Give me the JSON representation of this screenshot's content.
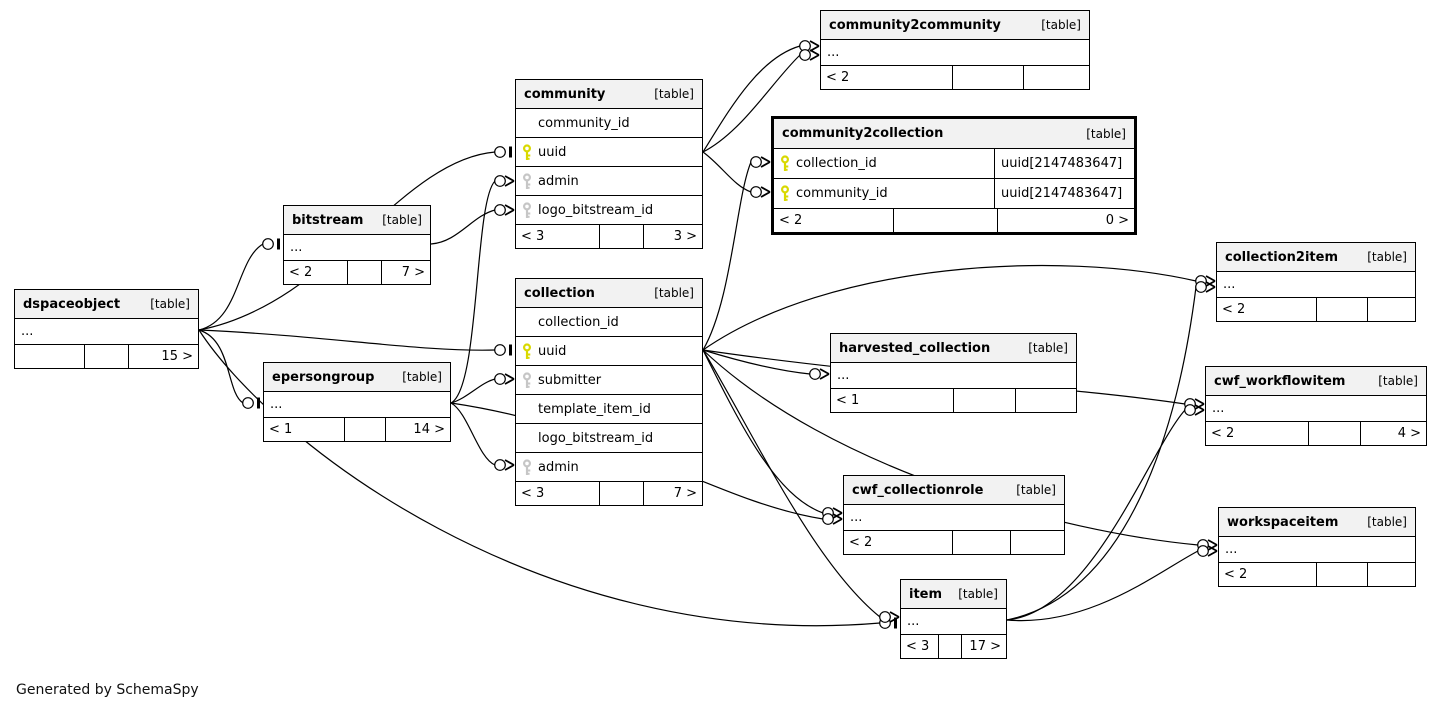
{
  "diagram": {
    "generator_note": "Generated by SchemaSpy",
    "accent_colors": {
      "pk_key": "#d9d900",
      "implied_key": "#c6c6c6",
      "header_bg": "#f2f2f2",
      "line": "#000000"
    }
  },
  "tables": [
    {
      "name": "dspaceobject",
      "badge": "[table]",
      "emphasized": false,
      "columns": [
        {
          "name": "...",
          "key": null,
          "type": null
        }
      ],
      "footer": {
        "left": "",
        "mid": "",
        "right": "15 >"
      }
    },
    {
      "name": "bitstream",
      "badge": "[table]",
      "emphasized": false,
      "columns": [
        {
          "name": "...",
          "key": null,
          "type": null
        }
      ],
      "footer": {
        "left": "< 2",
        "mid": "",
        "right": "7 >"
      }
    },
    {
      "name": "epersongroup",
      "badge": "[table]",
      "emphasized": false,
      "columns": [
        {
          "name": "...",
          "key": null,
          "type": null
        }
      ],
      "footer": {
        "left": "< 1",
        "mid": "",
        "right": "14 >"
      }
    },
    {
      "name": "community",
      "badge": "[table]",
      "emphasized": false,
      "columns": [
        {
          "name": "community_id",
          "key": null,
          "type": null
        },
        {
          "name": "uuid",
          "key": "pk",
          "type": null
        },
        {
          "name": "admin",
          "key": "implied",
          "type": null
        },
        {
          "name": "logo_bitstream_id",
          "key": "implied",
          "type": null
        }
      ],
      "footer": {
        "left": "< 3",
        "mid": "",
        "right": "3 >"
      }
    },
    {
      "name": "collection",
      "badge": "[table]",
      "emphasized": false,
      "columns": [
        {
          "name": "collection_id",
          "key": null,
          "type": null
        },
        {
          "name": "uuid",
          "key": "pk",
          "type": null
        },
        {
          "name": "submitter",
          "key": "implied",
          "type": null
        },
        {
          "name": "template_item_id",
          "key": null,
          "type": null
        },
        {
          "name": "logo_bitstream_id",
          "key": null,
          "type": null
        },
        {
          "name": "admin",
          "key": "implied",
          "type": null
        }
      ],
      "footer": {
        "left": "< 3",
        "mid": "",
        "right": "7 >"
      }
    },
    {
      "name": "community2community",
      "badge": "[table]",
      "emphasized": false,
      "columns": [
        {
          "name": "...",
          "key": null,
          "type": null
        }
      ],
      "footer": {
        "left": "< 2",
        "mid": "",
        "right": ""
      }
    },
    {
      "name": "community2collection",
      "badge": "[table]",
      "emphasized": true,
      "columns": [
        {
          "name": "collection_id",
          "key": "pk",
          "type": "uuid[2147483647]"
        },
        {
          "name": "community_id",
          "key": "pk",
          "type": "uuid[2147483647]"
        }
      ],
      "footer": {
        "left": "< 2",
        "mid": "",
        "right": "0 >"
      }
    },
    {
      "name": "harvested_collection",
      "badge": "[table]",
      "emphasized": false,
      "columns": [
        {
          "name": "...",
          "key": null,
          "type": null
        }
      ],
      "footer": {
        "left": "< 1",
        "mid": "",
        "right": ""
      }
    },
    {
      "name": "collection2item",
      "badge": "[table]",
      "emphasized": false,
      "columns": [
        {
          "name": "...",
          "key": null,
          "type": null
        }
      ],
      "footer": {
        "left": "< 2",
        "mid": "",
        "right": ""
      }
    },
    {
      "name": "cwf_workflowitem",
      "badge": "[table]",
      "emphasized": false,
      "columns": [
        {
          "name": "...",
          "key": null,
          "type": null
        }
      ],
      "footer": {
        "left": "< 2",
        "mid": "",
        "right": "4 >"
      }
    },
    {
      "name": "cwf_collectionrole",
      "badge": "[table]",
      "emphasized": false,
      "columns": [
        {
          "name": "...",
          "key": null,
          "type": null
        }
      ],
      "footer": {
        "left": "< 2",
        "mid": "",
        "right": ""
      }
    },
    {
      "name": "workspaceitem",
      "badge": "[table]",
      "emphasized": false,
      "columns": [
        {
          "name": "...",
          "key": null,
          "type": null
        }
      ],
      "footer": {
        "left": "< 2",
        "mid": "",
        "right": ""
      }
    },
    {
      "name": "item",
      "badge": "[table]",
      "emphasized": false,
      "columns": [
        {
          "name": "...",
          "key": null,
          "type": null
        }
      ],
      "footer": {
        "left": "< 3",
        "mid": "",
        "right": "17 >"
      }
    }
  ],
  "relationships": [
    {
      "from": "dspaceobject",
      "to": "bitstream"
    },
    {
      "from": "dspaceobject",
      "to": "epersongroup"
    },
    {
      "from": "dspaceobject",
      "to": "community.uuid"
    },
    {
      "from": "dspaceobject",
      "to": "collection.uuid"
    },
    {
      "from": "dspaceobject",
      "to": "item"
    },
    {
      "from": "community.uuid",
      "to": "community2community"
    },
    {
      "from": "community.uuid",
      "to": "community2community"
    },
    {
      "from": "community.uuid",
      "to": "community2collection.community_id"
    },
    {
      "from": "collection.uuid",
      "to": "community2collection.collection_id"
    },
    {
      "from": "collection.uuid",
      "to": "collection2item"
    },
    {
      "from": "collection.uuid",
      "to": "harvested_collection"
    },
    {
      "from": "collection.uuid",
      "to": "cwf_workflowitem"
    },
    {
      "from": "collection.uuid",
      "to": "item"
    },
    {
      "from": "collection.uuid",
      "to": "workspaceitem"
    },
    {
      "from": "collection.uuid",
      "to": "cwf_collectionrole"
    },
    {
      "from": "epersongroup",
      "to": "cwf_collectionrole"
    },
    {
      "from": "epersongroup",
      "to": "community.admin"
    },
    {
      "from": "epersongroup",
      "to": "collection.submitter"
    },
    {
      "from": "epersongroup",
      "to": "collection.admin"
    },
    {
      "from": "bitstream",
      "to": "community.logo_bitstream_id"
    },
    {
      "from": "item",
      "to": "collection2item"
    },
    {
      "from": "item",
      "to": "cwf_workflowitem"
    },
    {
      "from": "item",
      "to": "workspaceitem"
    }
  ]
}
